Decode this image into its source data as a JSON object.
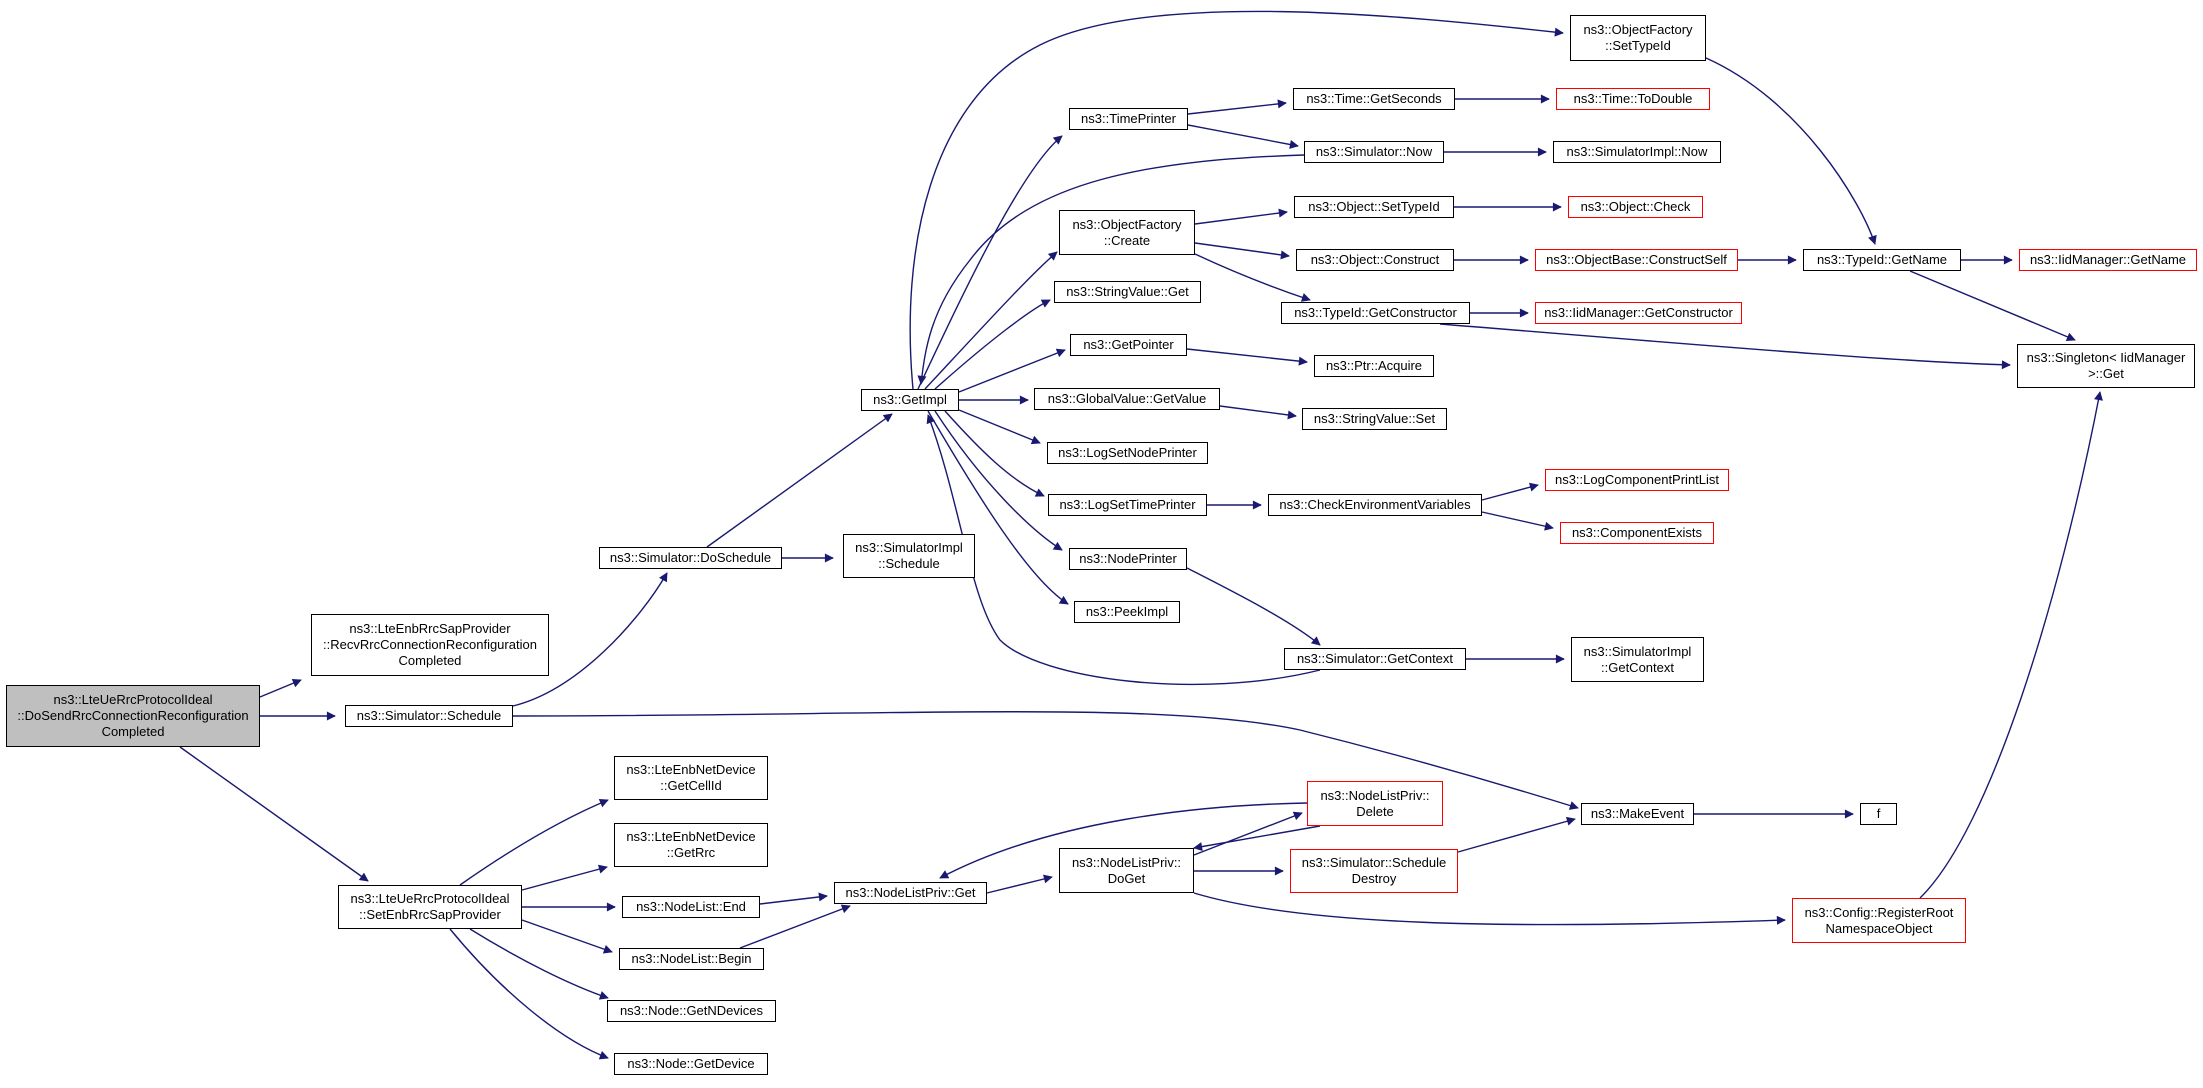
{
  "style": {
    "edge_color": "#191970",
    "node_border": "#000000",
    "external_border": "#ff0000",
    "root_fill": "#bfbfbf"
  },
  "nodes": {
    "root": "ns3::LteUeRrcProtocolIdeal\n::DoSendRrcConnectionReconfiguration\nCompleted",
    "recv": "ns3::LteEnbRrcSapProvider\n::RecvRrcConnectionReconfiguration\nCompleted",
    "schedule": "ns3::Simulator::Schedule",
    "setenb": "ns3::LteUeRrcProtocolIdeal\n::SetEnbRrcSapProvider",
    "doschedule": "ns3::Simulator::DoSchedule",
    "simimpl_schedule": "ns3::SimulatorImpl\n::Schedule",
    "getimpl": "ns3::GetImpl",
    "of_settypeid": "ns3::ObjectFactory\n::SetTypeId",
    "timeprinter": "ns3::TimePrinter",
    "time_getseconds": "ns3::Time::GetSeconds",
    "time_todouble": "ns3::Time::ToDouble",
    "sim_now": "ns3::Simulator::Now",
    "simimpl_now": "ns3::SimulatorImpl::Now",
    "of_create": "ns3::ObjectFactory\n::Create",
    "obj_settypeid": "ns3::Object::SetTypeId",
    "obj_check": "ns3::Object::Check",
    "obj_construct": "ns3::Object::Construct",
    "ob_constructself": "ns3::ObjectBase::ConstructSelf",
    "typeid_getname": "ns3::TypeId::GetName",
    "iid_getname": "ns3::IidManager::GetName",
    "stringvalue_get": "ns3::StringValue::Get",
    "typeid_getconstructor": "ns3::TypeId::GetConstructor",
    "iid_getconstructor": "ns3::IidManager::GetConstructor",
    "singleton_get": "ns3::Singleton< IidManager\n>::Get",
    "getpointer": "ns3::GetPointer",
    "ptr_acquire": "ns3::Ptr::Acquire",
    "gv_getvalue": "ns3::GlobalValue::GetValue",
    "stringvalue_set": "ns3::StringValue::Set",
    "logsetnodeprinter": "ns3::LogSetNodePrinter",
    "logsettimeprinter": "ns3::LogSetTimePrinter",
    "checkenv": "ns3::CheckEnvironmentVariables",
    "logcomponentprintlist": "ns3::LogComponentPrintList",
    "componentexists": "ns3::ComponentExists",
    "nodeprinter": "ns3::NodePrinter",
    "peekimpl": "ns3::PeekImpl",
    "sim_getcontext": "ns3::Simulator::GetContext",
    "simimpl_getcontext": "ns3::SimulatorImpl\n::GetContext",
    "makeevent": "ns3::MakeEvent",
    "f": "f",
    "getcellid": "ns3::LteEnbNetDevice\n::GetCellId",
    "getrrc": "ns3::LteEnbNetDevice\n::GetRrc",
    "nodelist_end": "ns3::NodeList::End",
    "nodelist_begin": "ns3::NodeList::Begin",
    "getndevices": "ns3::Node::GetNDevices",
    "getdevice": "ns3::Node::GetDevice",
    "nlp_get": "ns3::NodeListPriv::Get",
    "nlp_doget": "ns3::NodeListPriv::\nDoGet",
    "nlp_delete": "ns3::NodeListPriv::\nDelete",
    "sim_scheduledestroy": "ns3::Simulator::Schedule\nDestroy",
    "config_register": "ns3::Config::RegisterRoot\nNamespaceObject"
  }
}
